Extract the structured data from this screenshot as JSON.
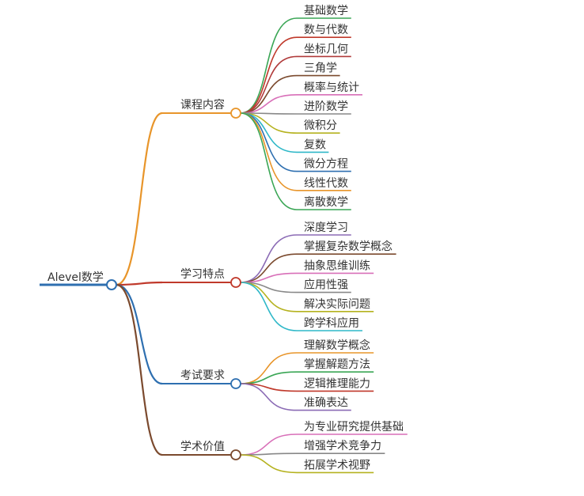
{
  "root": {
    "label": "Alevel数学",
    "color": "#2e6fb0"
  },
  "branches": [
    {
      "label": "课程内容",
      "color": "#e8952a",
      "leaves": [
        {
          "label": "基础数学",
          "color": "#3aa655"
        },
        {
          "label": "数与代数",
          "color": "#c0392b"
        },
        {
          "label": "坐标几何",
          "color": "#b03a3a"
        },
        {
          "label": "三角学",
          "color": "#7b4a2e"
        },
        {
          "label": "概率与统计",
          "color": "#d86fb8"
        },
        {
          "label": "进阶数学",
          "color": "#888888"
        },
        {
          "label": "微积分",
          "color": "#b5b21f"
        },
        {
          "label": "复数",
          "color": "#2fb8c8"
        },
        {
          "label": "微分方程",
          "color": "#2e6fb0"
        },
        {
          "label": "线性代数",
          "color": "#e8952a"
        },
        {
          "label": "离散数学",
          "color": "#3aa655"
        }
      ]
    },
    {
      "label": "学习特点",
      "color": "#c0392b",
      "leaves": [
        {
          "label": "深度学习",
          "color": "#8b6bb5"
        },
        {
          "label": "掌握复杂数学概念",
          "color": "#7b4a2e"
        },
        {
          "label": "抽象思维训练",
          "color": "#d86fb8"
        },
        {
          "label": "应用性强",
          "color": "#888888"
        },
        {
          "label": "解决实际问题",
          "color": "#b5b21f"
        },
        {
          "label": "跨学科应用",
          "color": "#2fb8c8"
        }
      ]
    },
    {
      "label": "考试要求",
      "color": "#2e6fb0",
      "leaves": [
        {
          "label": "理解数学概念",
          "color": "#e8952a"
        },
        {
          "label": "掌握解题方法",
          "color": "#3aa655"
        },
        {
          "label": "逻辑推理能力",
          "color": "#c0392b"
        },
        {
          "label": "准确表达",
          "color": "#8b6bb5"
        }
      ]
    },
    {
      "label": "学术价值",
      "color": "#7b4a2e",
      "leaves": [
        {
          "label": "为专业研究提供基础",
          "color": "#d86fb8"
        },
        {
          "label": "增强学术竞争力",
          "color": "#888888"
        },
        {
          "label": "拓展学术视野",
          "color": "#b5b21f"
        }
      ]
    }
  ]
}
